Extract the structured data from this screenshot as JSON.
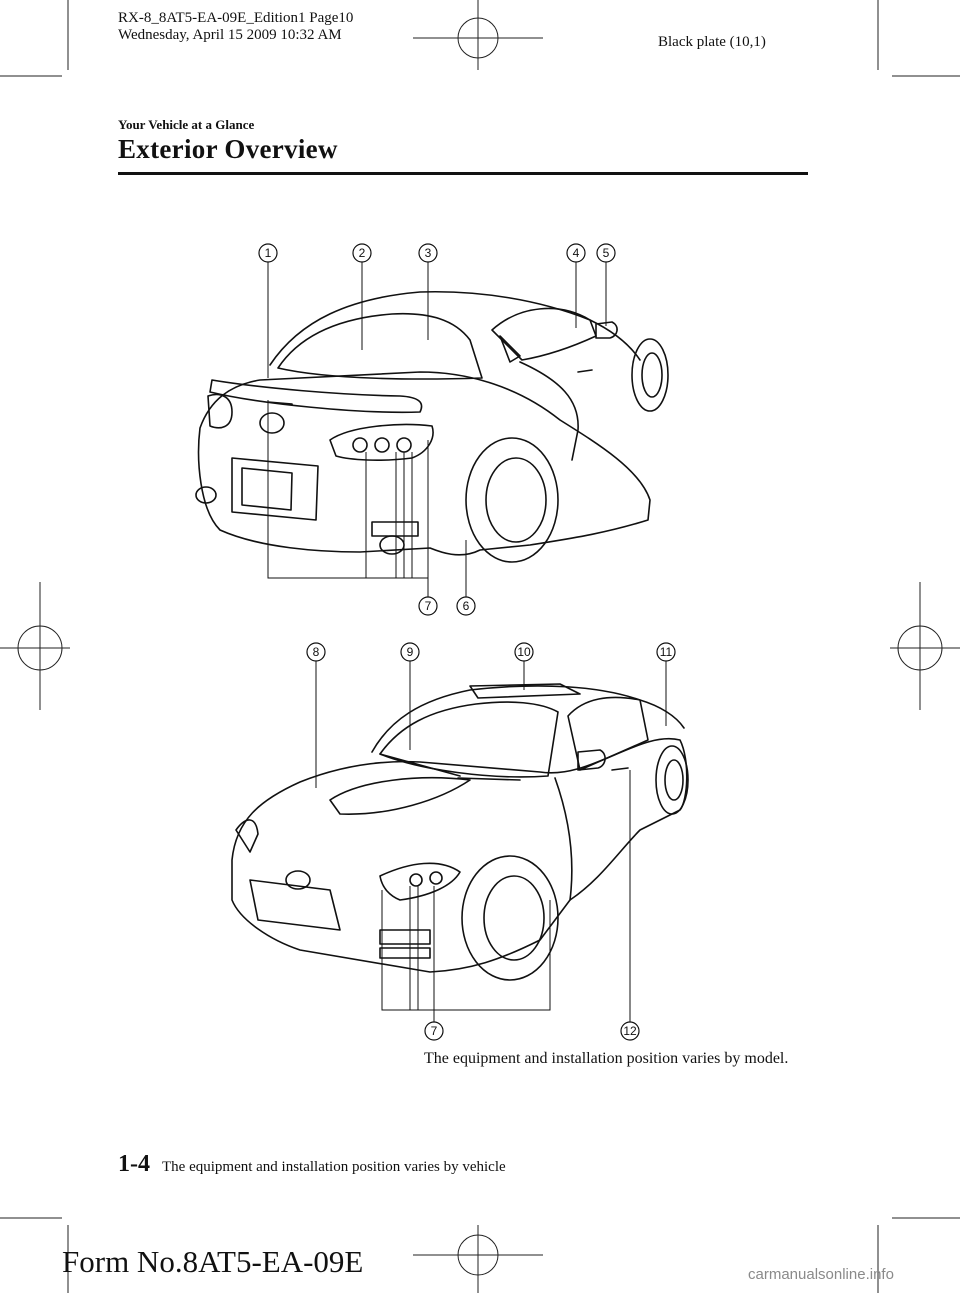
{
  "print_header": {
    "line1": "RX-8_8AT5-EA-09E_Edition1 Page10",
    "line2": "Wednesday, April 15 2009 10:32 AM",
    "plate": "Black plate (10,1)"
  },
  "section": {
    "label": "Your Vehicle at a Glance",
    "title": "Exterior Overview"
  },
  "illustrations": {
    "rear_view": {
      "callouts": [
        "1",
        "2",
        "3",
        "4",
        "5",
        "6",
        "7"
      ]
    },
    "front_view": {
      "callouts": [
        "8",
        "9",
        "10",
        "11",
        "7",
        "12"
      ]
    },
    "caption": "The equipment and installation position varies by model."
  },
  "footer": {
    "page_number": "1-4",
    "note": "The equipment and installation position varies by vehicle",
    "form_number": "Form No.8AT5-EA-09E",
    "watermark": "carmanualsonline.info"
  }
}
